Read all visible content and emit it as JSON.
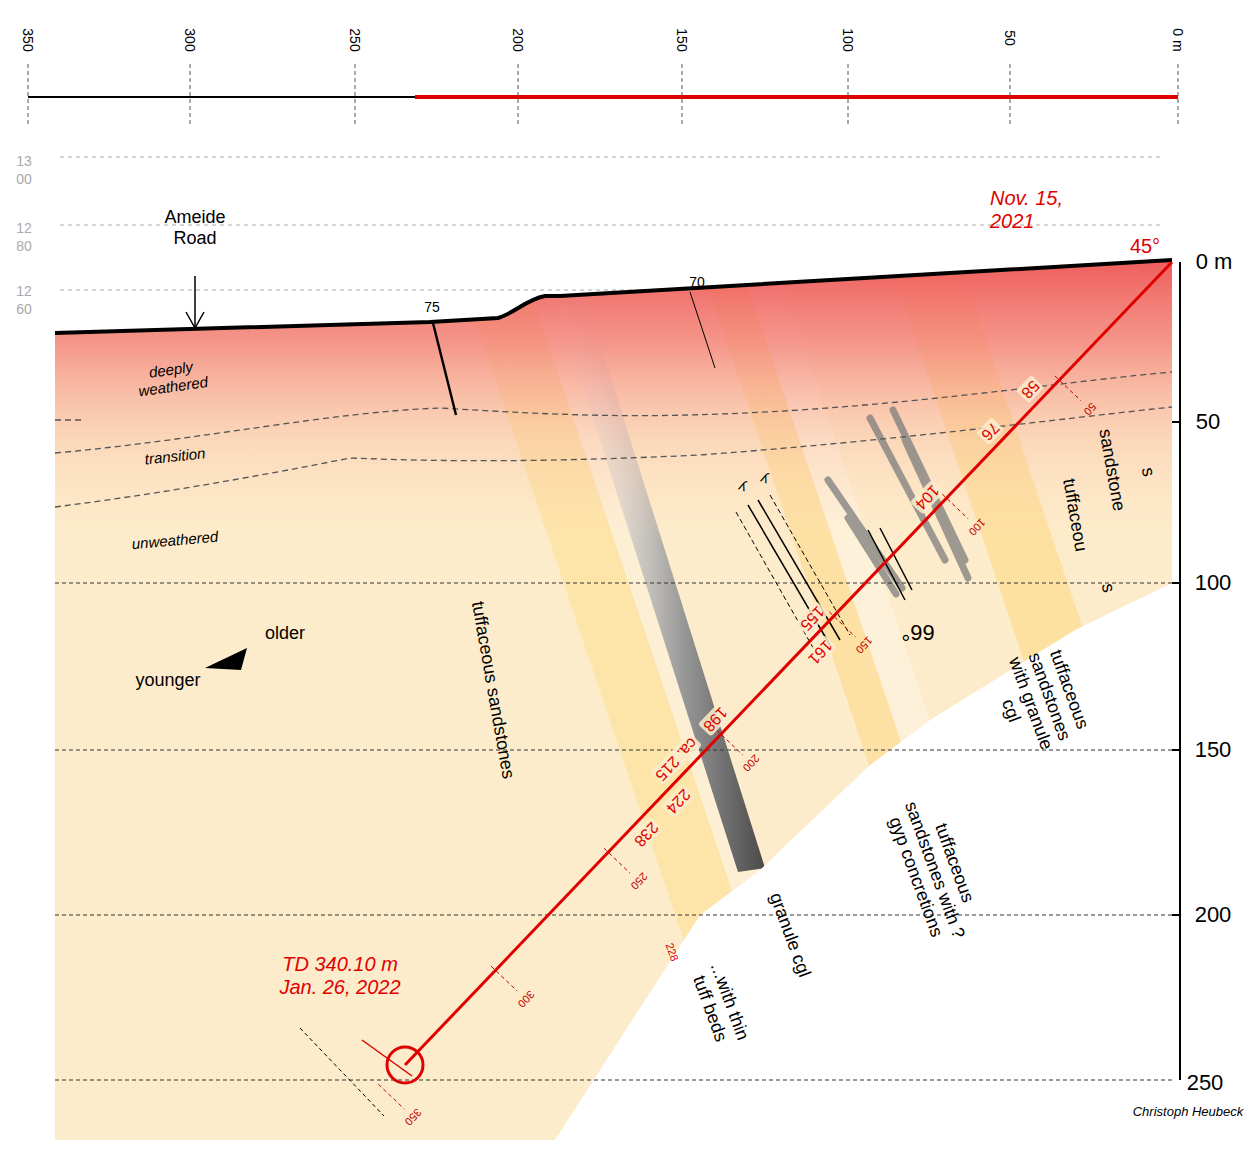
{
  "diagram": {
    "labels": [
      "350",
      "300",
      "250",
      "200",
      "150",
      "100",
      "50",
      "0 m",
      "1300",
      "1280",
      "1260",
      "Ameide Road",
      "75",
      "70",
      "Nov. 15, 2021",
      "45°",
      "0 m",
      "50",
      "100",
      "150",
      "200",
      "250",
      "deeply weathered",
      "transition",
      "unweathered",
      "older",
      "younger",
      "tuffaceous sandstones",
      "tuffaceou",
      "sandstone",
      "s",
      "s",
      "66°",
      "y",
      "y",
      "granule cgl",
      "...with thin tuff beds",
      "228",
      "tuffaceous sandstones with ?gyp concretions",
      "tuffaceous sandstones with granule cgl",
      "58",
      "76",
      "104",
      "155",
      "161",
      "198",
      "ca. 215",
      "224",
      "238",
      "50",
      "100",
      "150",
      "200",
      "250",
      "300",
      "350",
      "TD 340.10 m Jan. 26, 2022",
      "Christoph Heubeck"
    ]
  }
}
